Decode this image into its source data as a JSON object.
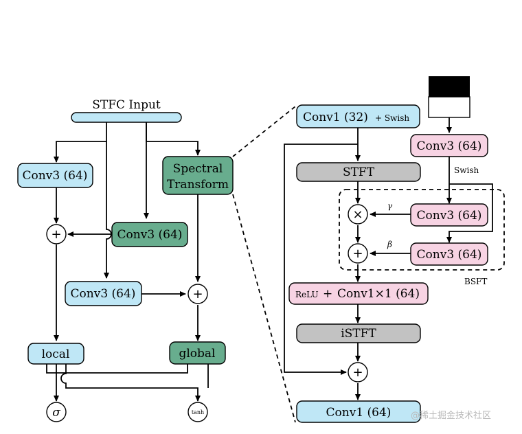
{
  "left_panel": {
    "input_label": "STFC Input",
    "conv3_left": "Conv3 (64)",
    "conv3_mid": "Conv3 (64)",
    "conv3_lower": "Conv3 (64)",
    "spectral_line1": "Spectral",
    "spectral_line2": "Transform",
    "local": "local",
    "global": "global",
    "plus": "+",
    "sigma": "σ",
    "tanh": "tanh"
  },
  "right_panel": {
    "conv1_32": "Conv1 (32)",
    "swish_suffix": "+ Swish",
    "stft": "STFT",
    "conv3_top": "Conv3 (64)",
    "swish_label": "Swish",
    "conv3_gamma": "Conv3 (64)",
    "conv3_beta": "Conv3 (64)",
    "times": "×",
    "plus": "+",
    "gamma": "γ",
    "beta": "β",
    "bsft": "BSFT",
    "relu": "ReLU",
    "relu_plus": "+",
    "conv1x1": "Conv1×1 (64)",
    "istft": "iSTFT",
    "conv1_64": "Conv1 (64)"
  },
  "watermark": "@稀土掘金技术社区"
}
